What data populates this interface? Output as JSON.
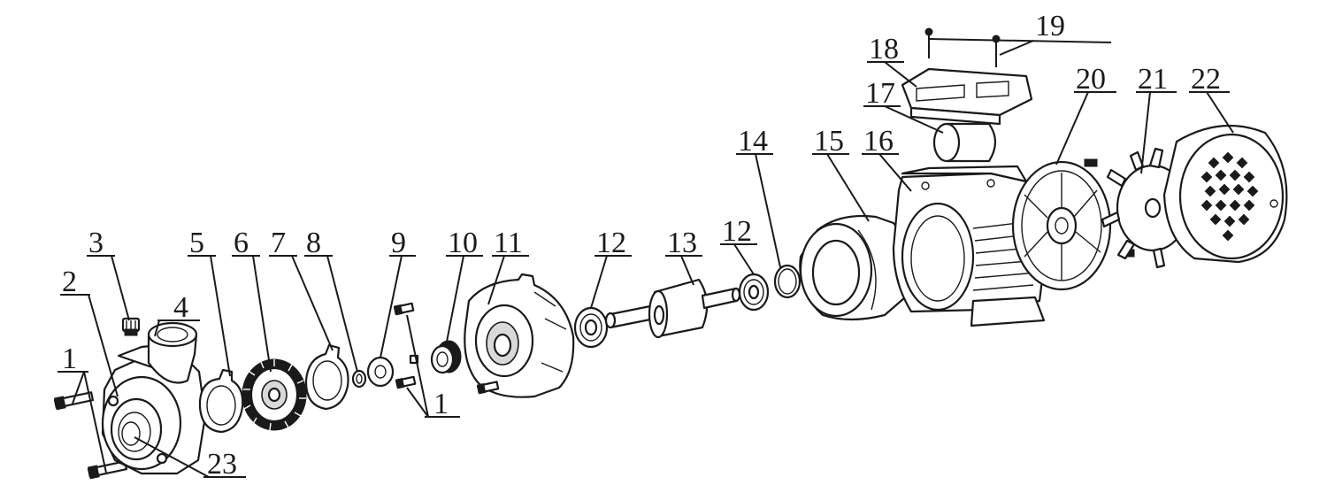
{
  "diagram": {
    "labels": {
      "l1a": "1",
      "l2": "2",
      "l3": "3",
      "l4": "4",
      "l5": "5",
      "l6": "6",
      "l7": "7",
      "l8": "8",
      "l9": "9",
      "l10": "10",
      "l11": "11",
      "l12a": "12",
      "l13": "13",
      "l12b": "12",
      "l14": "14",
      "l15": "15",
      "l16": "16",
      "l17": "17",
      "l18": "18",
      "l19": "19",
      "l20": "20",
      "l21": "21",
      "l22": "22",
      "l1b": "1",
      "l23": "23"
    },
    "colors": {
      "ink": "#1a1a1a",
      "paper": "#ffffff",
      "shade": "#d9d9d9"
    }
  }
}
